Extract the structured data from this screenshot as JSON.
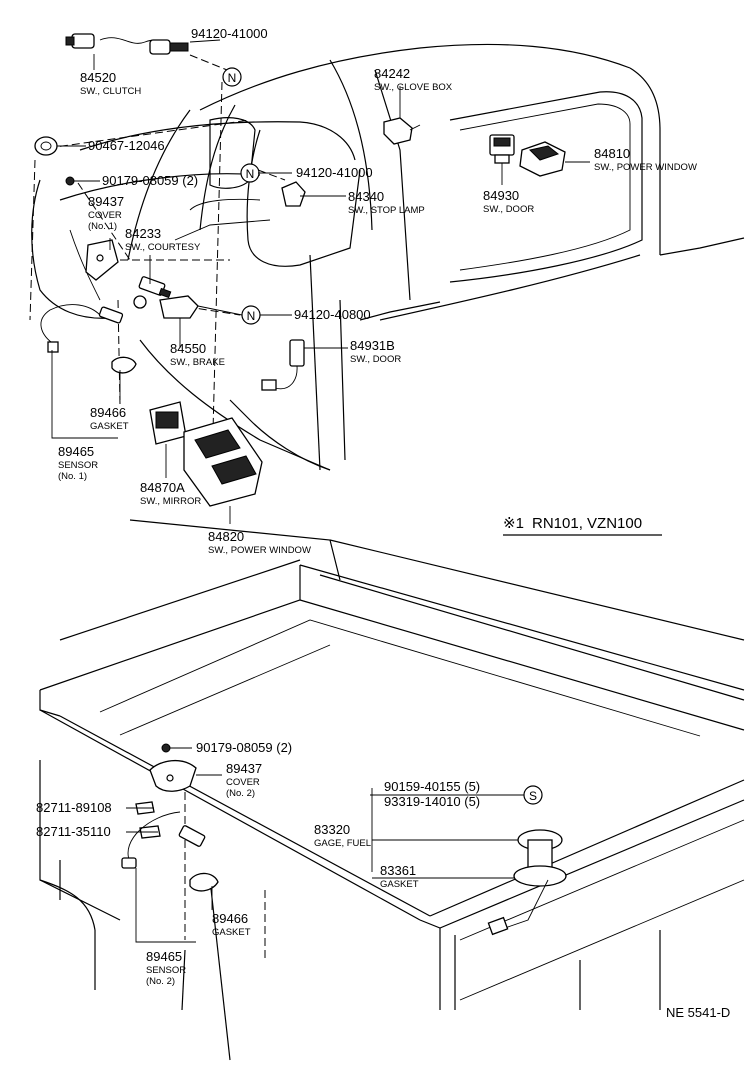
{
  "labels": {
    "p84520": "84520",
    "d84520": "SW., CLUTCH",
    "p94120a": "94120-41000",
    "p84242": "84242",
    "d84242": "SW., GLOVE BOX",
    "p90467": "90467-12046",
    "p90179a": "90179-08059 (2)",
    "p94120b": "94120-41000",
    "p84810": "84810",
    "d84810": "SW., POWER WINDOW",
    "p84930": "84930",
    "d84930": "SW., DOOR",
    "p89437a": "89437",
    "d89437a": "COVER",
    "n89437a": "(No. 1)",
    "p84340": "84340",
    "d84340": "SW., STOP LAMP",
    "p84233": "84233",
    "d84233": "SW., COURTESY",
    "p94120c": "94120-40800",
    "p84931B": "84931B",
    "d84931B": "SW., DOOR",
    "p84550": "84550",
    "d84550": "SW., BRAKE",
    "p89466a": "89466",
    "d89466a": "GASKET",
    "p89465a": "89465",
    "d89465a": "SENSOR",
    "n89465a": "(No. 1)",
    "p84870A": "84870A",
    "d84870A": "SW., MIRROR",
    "p84820": "84820",
    "d84820": "SW., POWER WINDOW",
    "p90179b": "90179-08059 (2)",
    "p89437b": "89437",
    "d89437b": "COVER",
    "n89437b": "(No. 2)",
    "p90159": "90159-40155 (5)",
    "p93319": "93319-14010 (5)",
    "p82711a": "82711-89108",
    "p82711b": "82711-35110",
    "p83320": "83320",
    "d83320": "GAGE, FUEL",
    "p83361": "83361",
    "d83361": "GASKET",
    "p89466b": "89466",
    "d89466b": "GASKET",
    "p89465b": "89465",
    "d89465b": "SENSOR",
    "n89465b": "(No. 2)"
  },
  "callouts": {
    "n_symbol": "N",
    "s_symbol": "S"
  },
  "note": {
    "symbol": "※1",
    "text": "RN101, VZN100"
  },
  "footer": {
    "code": "NE  5541-D"
  }
}
